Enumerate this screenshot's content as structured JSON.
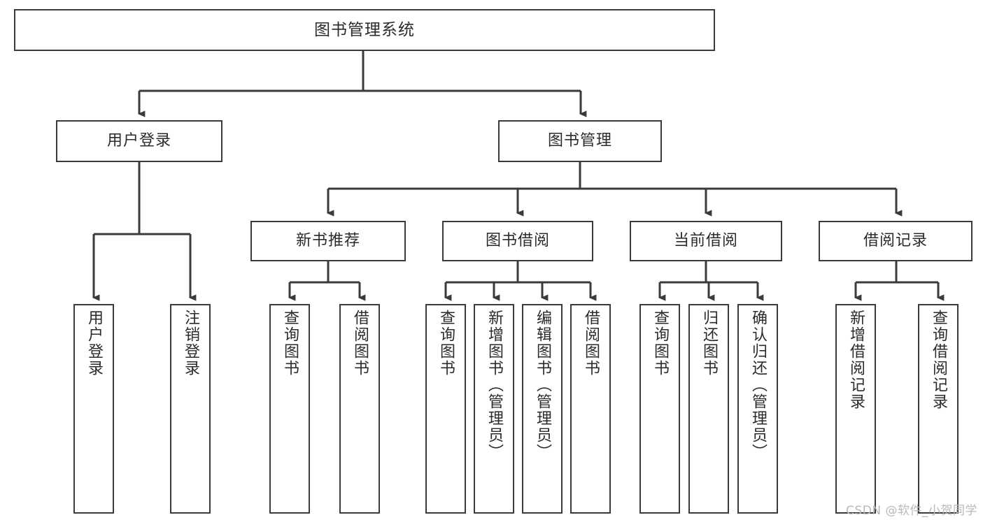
{
  "diagram": {
    "type": "tree-hierarchy",
    "title": "图书管理系统",
    "watermark": "CSDN @软件_小贺同学",
    "colors": {
      "stroke": "#3a3a3a",
      "fill": "#ffffff",
      "text": "#2b2b2b",
      "watermark": "#b9b9b9"
    },
    "nodes": {
      "root": "图书管理系统",
      "level1": [
        "用户登录",
        "图书管理"
      ],
      "level2": [
        "新书推荐",
        "图书借阅",
        "当前借阅",
        "借阅记录"
      ],
      "leaves_user_login": [
        "用户登录",
        "注销登录"
      ],
      "leaves_new_book": [
        "查询图书",
        "借阅图书"
      ],
      "leaves_borrow": [
        "查询图书",
        "新增图书（管理员）",
        "编辑图书（管理员）",
        "借阅图书"
      ],
      "leaves_current": [
        "查询图书",
        "归还图书",
        "确认归还（管理员）"
      ],
      "leaves_records": [
        "新增借阅记录",
        "查询借阅记录"
      ]
    }
  }
}
